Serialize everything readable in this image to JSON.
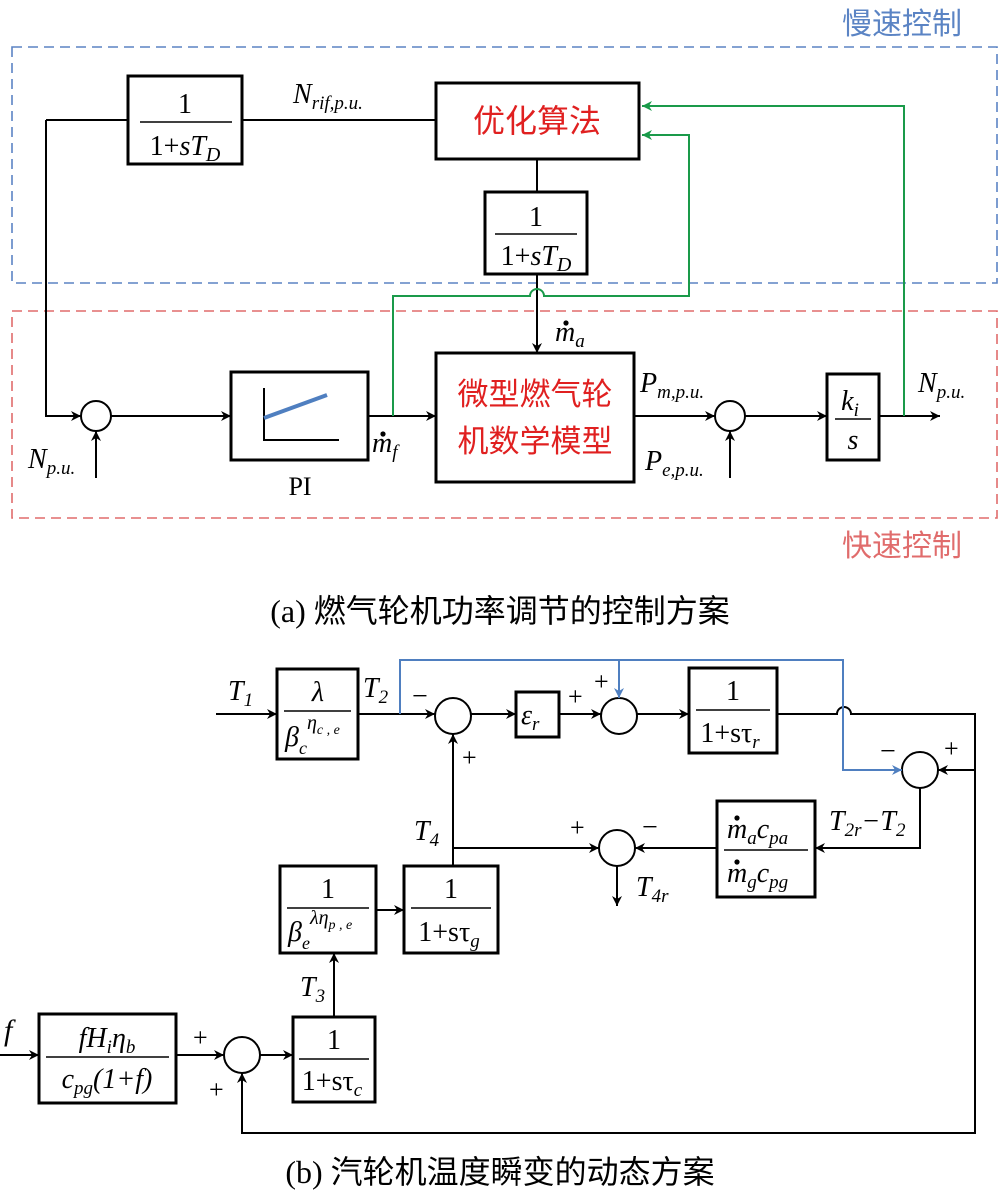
{
  "colors": {
    "slow": "#5b84c4",
    "fast": "#e06c6c",
    "green": "#1a9a4a",
    "red": "#e02020",
    "purple": "#7a3b9a",
    "blue": "#4f7fc0"
  },
  "diagram_a": {
    "caption": "(a) 燃气轮机功率调节的控制方案",
    "slow_label": "慢速控制",
    "fast_label": "快速控制",
    "opt_block": "优化算法",
    "model_line1": "微型燃气轮",
    "model_line2": "机数学模型",
    "pi_label": "PI",
    "filter_num": "1",
    "filter_den_pre": "1+",
    "filter_den_s": "sT",
    "filter_den_sub": "D",
    "nrif_main": "N",
    "nrif_sub": "rif,p.u.",
    "npu_main": "N",
    "npu_sub": "p.u.",
    "npu_out_main": "N",
    "npu_out_sub": "p.u.",
    "ma_main": "m",
    "ma_sub": "a",
    "mf_main": "m",
    "mf_sub": "f",
    "pm_main": "P",
    "pm_sub": "m,p.u.",
    "pe_main": "P",
    "pe_sub": "e,p.u.",
    "ki_num": "k",
    "ki_sub": "i",
    "ki_den": "s"
  },
  "diagram_b": {
    "caption": "(b) 汽轮机温度瞬变的动态方案",
    "t1_main": "T",
    "t1_sub": "1",
    "t2_main": "T",
    "t2_sub": "2",
    "t3_main": "T",
    "t3_sub": "3",
    "t4_main": "T",
    "t4_sub": "4",
    "t4r_main": "T",
    "t4r_sub": "4r",
    "t2r_label": "T",
    "t2r_sub": "2r",
    "t2r_minus": "−T",
    "t2r_sub2": "2",
    "f_label": "f",
    "lambda": "λ",
    "beta": "β",
    "beta_c_sub": "c",
    "eta_c_sup": "η",
    "eta_c_supsub": "c , e",
    "beta_e_sub": "e",
    "eta_e_sup": "λη",
    "eta_e_supsub": "p , e",
    "eps": "ε",
    "eps_sub": "r",
    "one": "1",
    "tau_r_den": "1+sτ",
    "tau_r_sub": "r",
    "tau_g_den": "1+sτ",
    "tau_g_sub": "g",
    "tau_c_den": "1+sτ",
    "tau_c_sub": "c",
    "fuel_num": "fH",
    "fuel_num_sub": "i",
    "fuel_num_eta": "η",
    "fuel_num_eta_sub": "b",
    "fuel_den": "c",
    "fuel_den_sub": "pg",
    "fuel_den_tail": "(1+f)",
    "ratio_num_m": "m",
    "ratio_num_m_sub": "a",
    "ratio_num_c": "c",
    "ratio_num_c_sub": "pa",
    "ratio_den_m": "m",
    "ratio_den_m_sub": "g",
    "ratio_den_c": "c",
    "ratio_den_c_sub": "pg",
    "plus": "+",
    "minus": "−"
  }
}
